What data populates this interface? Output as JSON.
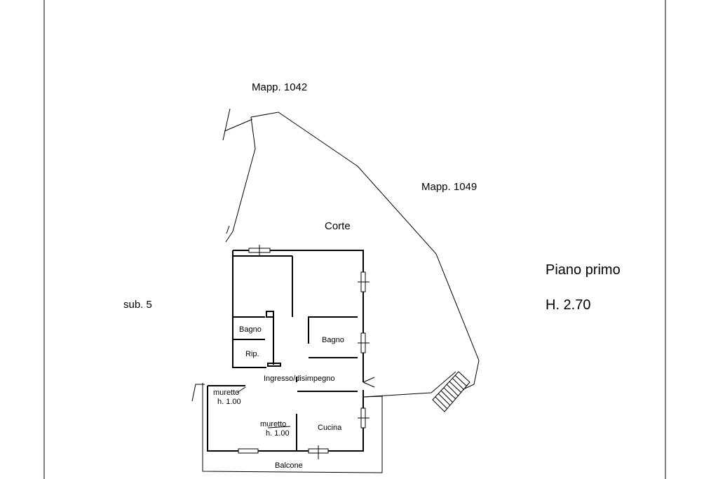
{
  "neighbors": {
    "north": "Mapp. 1042",
    "east": "Mapp. 1049",
    "west": "sub. 5"
  },
  "courtyard_label": "Corte",
  "floor": {
    "name": "Piano primo",
    "height": "H. 2.70"
  },
  "rooms": {
    "bagno_left": "Bagno",
    "ripostiglio": "Rip.",
    "bagno_right": "Bagno",
    "ingresso": "Ingresso/disimpegno",
    "cucina": "Cucina",
    "balcone": "Balcone"
  },
  "notes": {
    "muretto_1_name": "muretto",
    "muretto_1_height": "h. 1.00",
    "muretto_2_name": "muretto",
    "muretto_2_height": "h. 1.00"
  }
}
